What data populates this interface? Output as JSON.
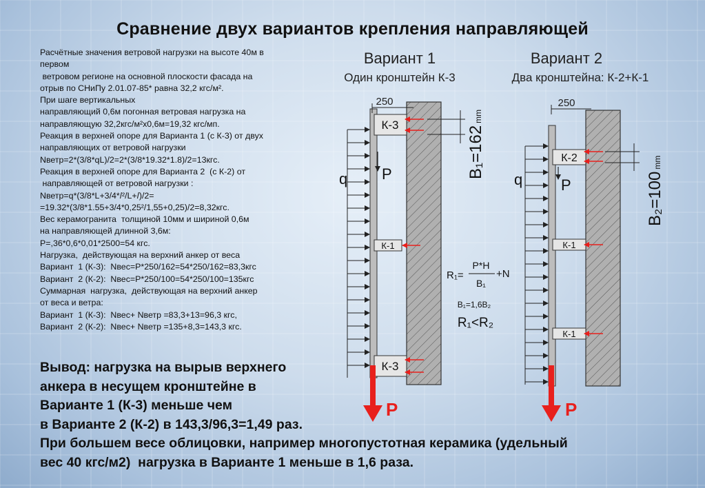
{
  "title": "Сравнение двух вариантов крепления направляющей",
  "calc_lines": [
    "Расчётные значения ветровой нагрузки на высоте 40м в",
    "первом",
    " ветровом регионе на основной плоскости фасада на",
    "отрыв по СНиПу 2.01.07-85* равна 32,2 кгс/м².",
    "При шаге вертикальных",
    "направляющий 0,6м погонная ветровая нагрузка на",
    "направляющую 32,2кгс/м²х0,6м=19,32 кгс/мп.",
    "Реакция в верхней опоре для Варианта 1 (с К-3) от двух",
    "направляющих от ветровой нагрузки",
    "Nветр=2*(3/8*qL)/2=2*(3/8*19.32*1.8)/2=13кгс.",
    "Реакция в верхней опоре для Варианта 2  (с К-2) от",
    " направляющей от ветровой нагрузки :",
    "Nветр=q*(3/8*L+3/4*𝑙²/L+𝑙)/2=",
    "=19.32*(3/8*1.55+3/4*0,25²/1,55+0,25)/2=8,32кгс.",
    "Вес керамогранита  толщиной 10мм и шириной 0,6м",
    "на направляющей длинной 3,6м:",
    "Р=,36*0,6*0,01*2500=54 кгс.",
    "Нагрузка,  действующая на верхний анкер от веса",
    "Вариант  1 (К-3):  Nвес=Р*250/162=54*250/162=83,3кгс",
    "Вариант  2 (К-2):  Nвес=Р*250/100=54*250/100=135кгс",
    "Суммарная  нагрузка,  действующая на верхний анкер",
    "от веса и ветра:",
    "Вариант  1 (К-3):  Nвес+ Nветр =83,3+13=96,3 кгс,",
    "Вариант  2 (К-2):  Nвес+ Nветр =135+8,3=143,3 кгс."
  ],
  "conclusion_lines": [
    "Вывод: нагрузка на вырыв верхнего",
    "анкера в несущем кронштейне в",
    "Варианте 1 (К-3) меньше чем",
    "в Варианте 2 (К-2) в 143,3/96,3=1,49 раз.",
    "При большем весе облицовки, например многопустотная керамика (удельный",
    "вес 40 кгс/м2)  нагрузка в Варианте 1 меньше в 1,6 раза."
  ],
  "diagram": {
    "variant1": {
      "title": "Вариант 1",
      "subtitle": "Один кронштейн К-3",
      "dim_top": "250",
      "dim_label": "B₁=162",
      "dim_unit": "mm",
      "bracket_top": "К-3",
      "bracket_mid": "К-1",
      "bracket_bottom": "К-3",
      "load_label": "q",
      "weight_label": "P",
      "force_label": "P"
    },
    "variant2": {
      "title": "Вариант 2",
      "subtitle": "Два кронштейна: К-2+К-1",
      "dim_top": "250",
      "dim_label": "B₂=100",
      "dim_unit": "mm",
      "bracket_top": "К-2",
      "bracket_mid": "К-1",
      "bracket_bottom": "К-1",
      "load_label": "q",
      "weight_label": "P",
      "force_label": "P"
    },
    "formula": {
      "r1": "R₁=",
      "num": "P*H",
      "den": "B₁",
      "plus": "+N",
      "ratio": "B₁=1,6B₂",
      "compare": "R₁<R₂"
    }
  },
  "colors": {
    "arrow_red": "#e8201c",
    "wall_fill": "#a9a9a9",
    "bracket_fill": "#e6e6e6"
  }
}
